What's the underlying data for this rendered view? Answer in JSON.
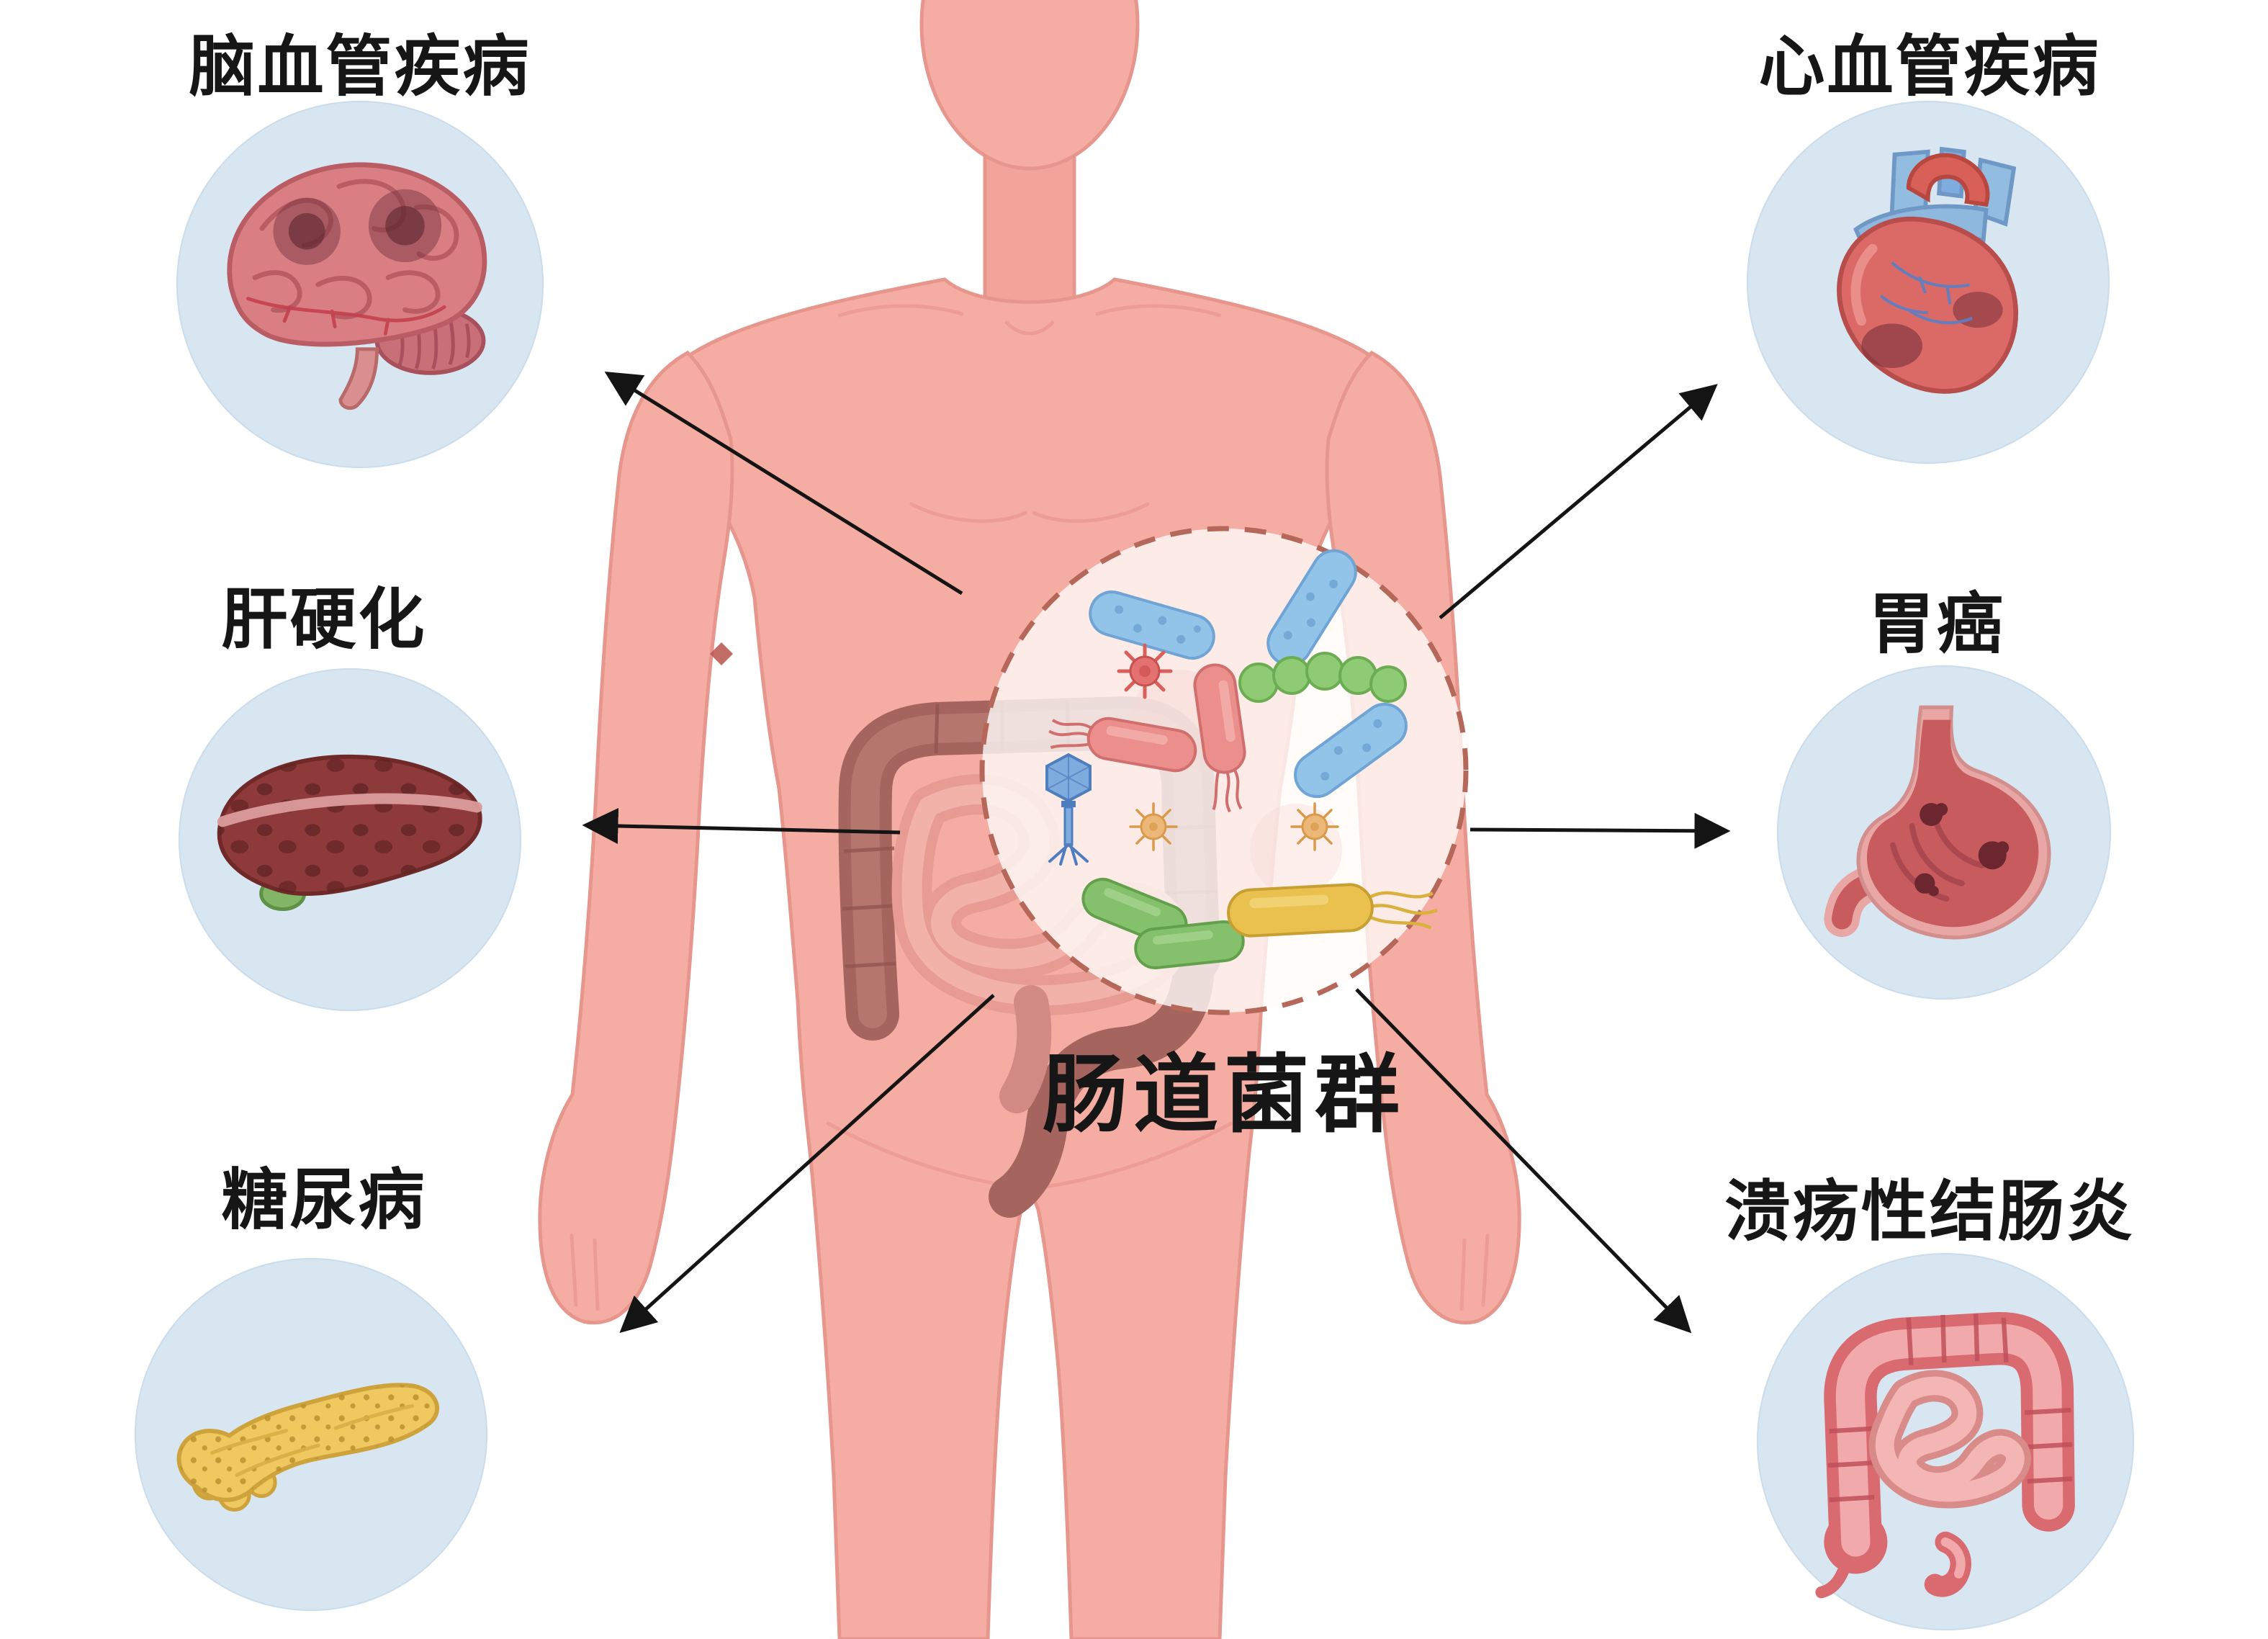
{
  "diagram": {
    "center": {
      "label": "肠道菌群",
      "icon": "gut-microbiota-icon"
    },
    "nodes": [
      {
        "id": "cerebrovascular-disease",
        "label": "脑血管疾病",
        "organ_icon": "brain-icon",
        "position": "top-left"
      },
      {
        "id": "liver-cirrhosis",
        "label": "肝硬化",
        "organ_icon": "liver-icon",
        "position": "middle-left"
      },
      {
        "id": "diabetes",
        "label": "糖尿病",
        "organ_icon": "pancreas-icon",
        "position": "bottom-left"
      },
      {
        "id": "cardiovascular-disease",
        "label": "心血管疾病",
        "organ_icon": "heart-icon",
        "position": "top-right"
      },
      {
        "id": "gastric-cancer",
        "label": "胃癌",
        "organ_icon": "stomach-icon",
        "position": "middle-right"
      },
      {
        "id": "ulcerative-colitis",
        "label": "溃疡性结肠炎",
        "organ_icon": "colon-icon",
        "position": "bottom-right"
      }
    ],
    "colors": {
      "skin": "#F5ACA3",
      "skin_outline": "#E6968D",
      "node_circle_bg": "#D8E6F2",
      "dashed_circle": "#B5685A",
      "arrow": "#141414",
      "label_text": "#161616"
    }
  }
}
